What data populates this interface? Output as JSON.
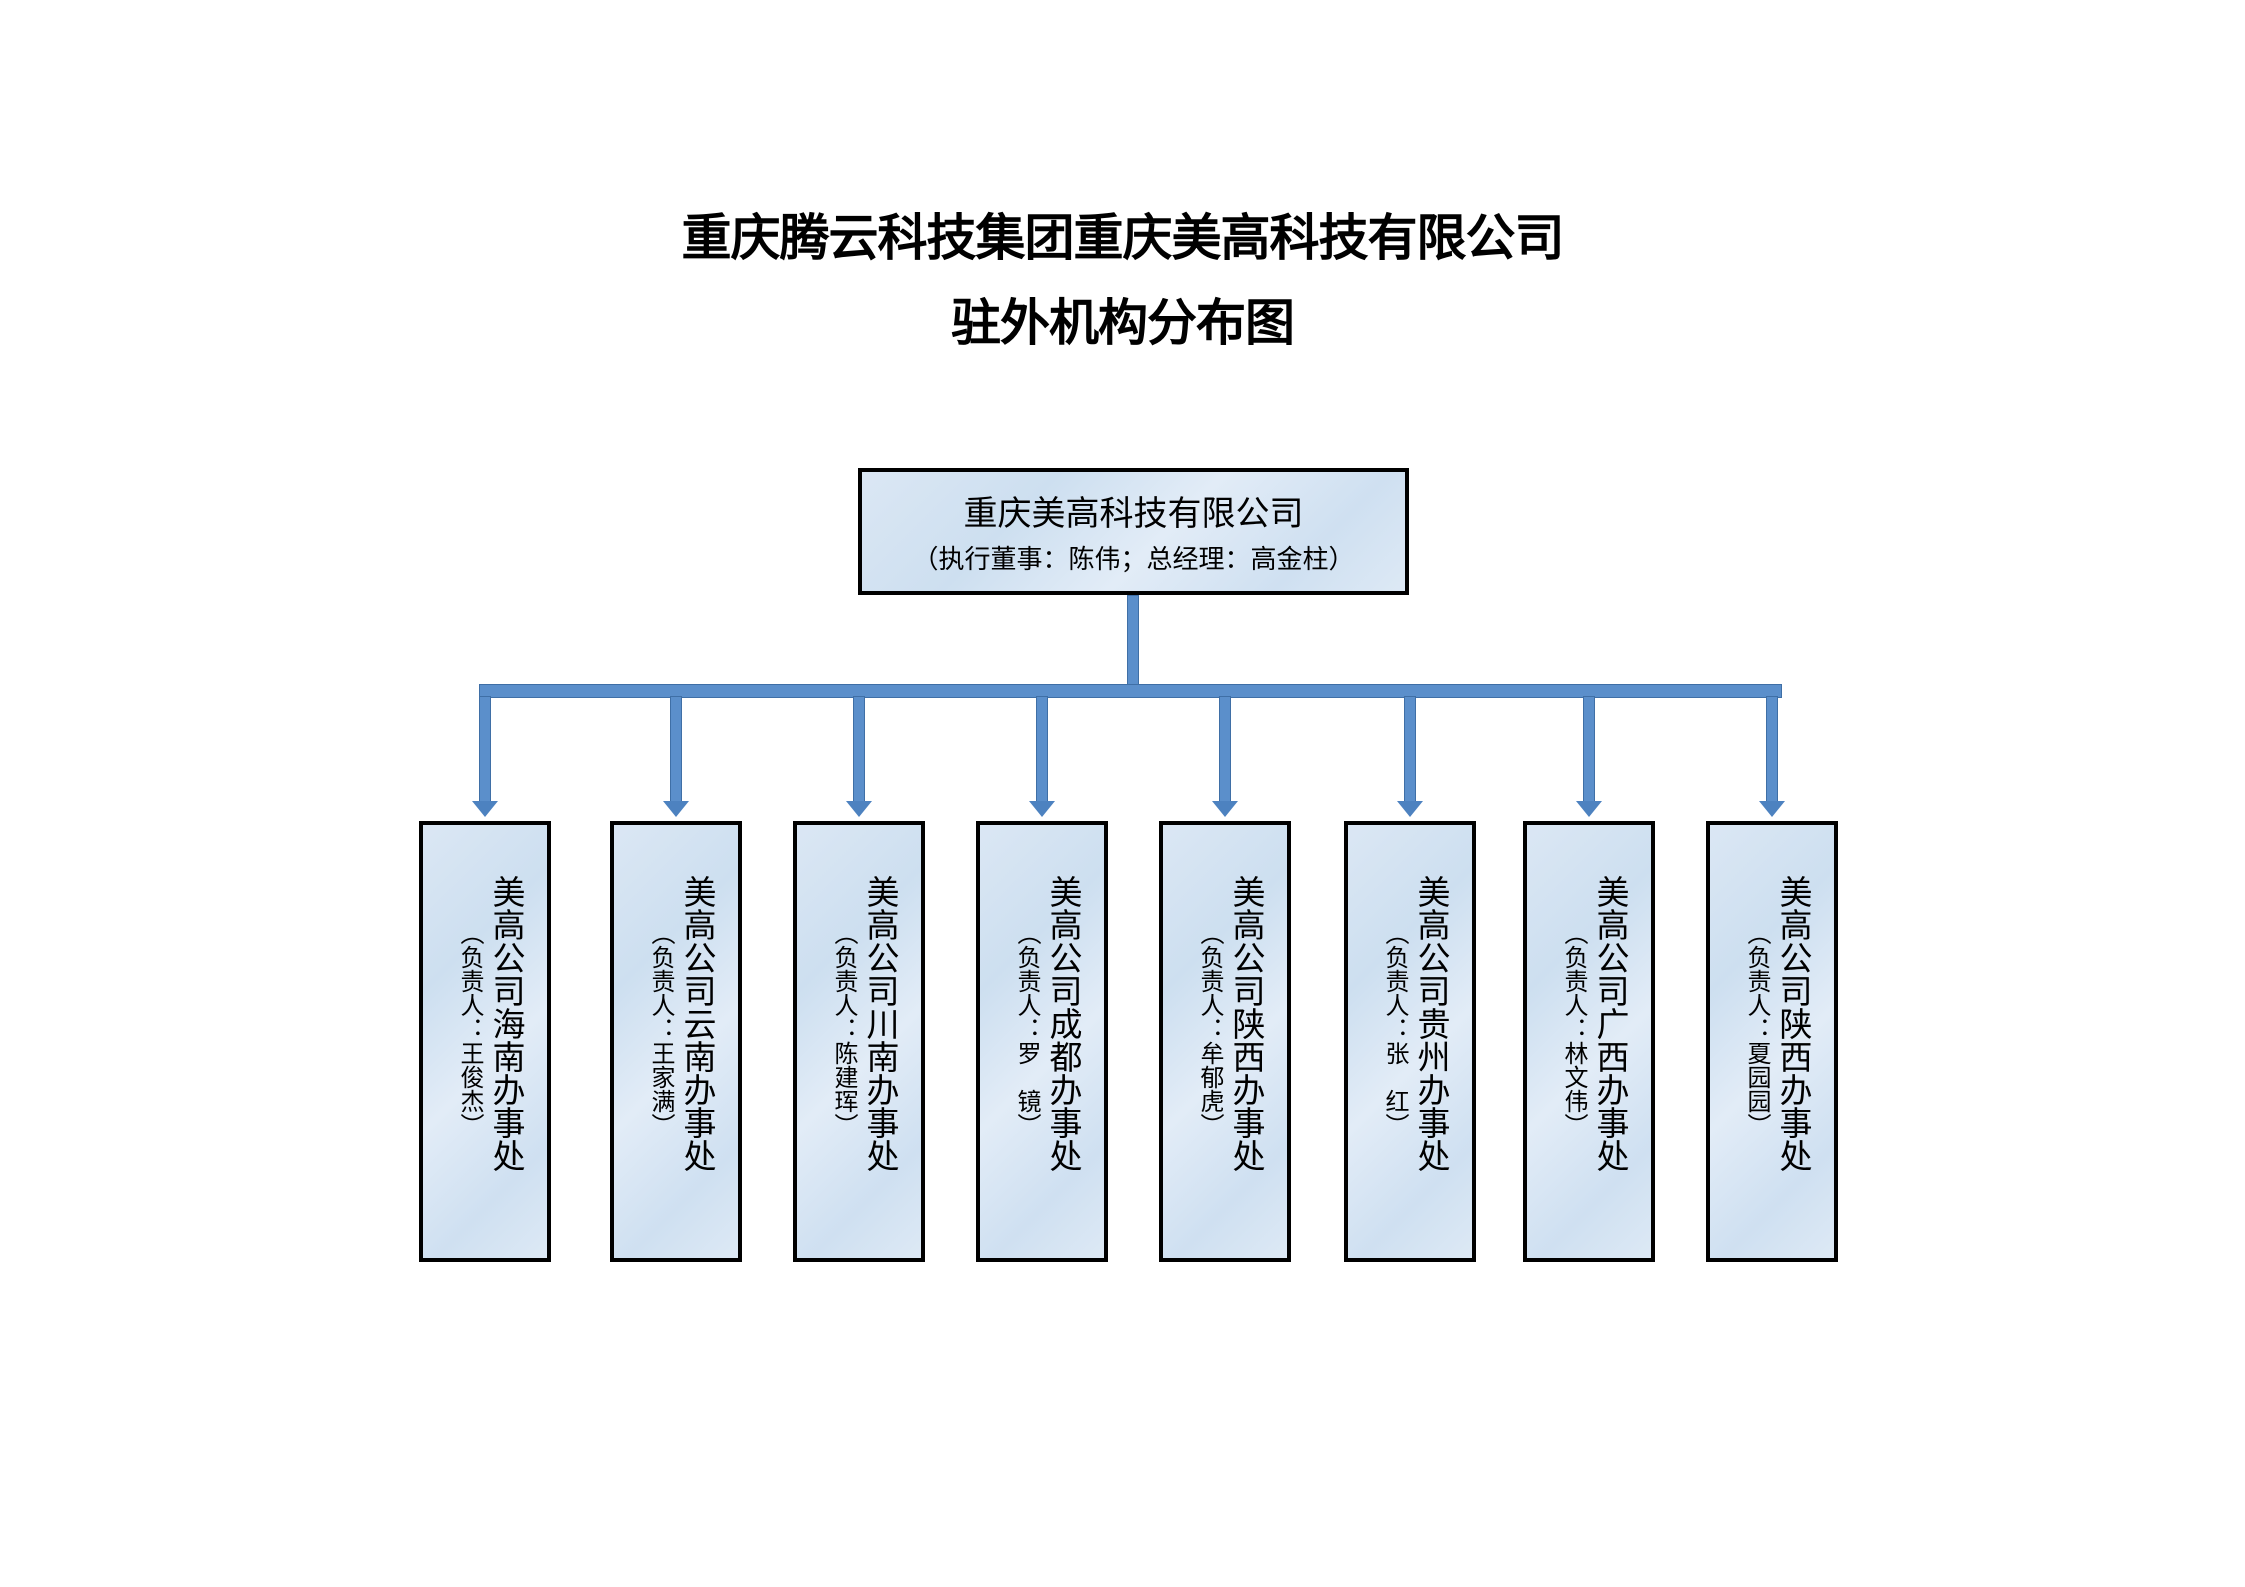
{
  "title": {
    "line1": "重庆腾云科技集团重庆美高科技有限公司",
    "line2": "驻外机构分布图"
  },
  "root": {
    "name": "重庆美高科技有限公司",
    "sub": "（执行董事：陈伟；总经理：高金柱）"
  },
  "offices": [
    {
      "name": "美高公司海南办事处",
      "person": "（负责人：王俊杰）"
    },
    {
      "name": "美高公司云南办事处",
      "person": "（负责人：王家满）"
    },
    {
      "name": "美高公司川南办事处",
      "person": "（负责人：陈建珲）"
    },
    {
      "name": "美高公司成都办事处",
      "person": "（负责人：罗　镜）"
    },
    {
      "name": "美高公司陕西办事处",
      "person": "（负责人：牟郁虎）"
    },
    {
      "name": "美高公司贵州办事处",
      "person": "（负责人：张　红）"
    },
    {
      "name": "美高公司广西办事处",
      "person": "（负责人：林文伟）"
    },
    {
      "name": "美高公司陕西办事处",
      "person": "（负责人：夏园园）"
    }
  ],
  "colors": {
    "connector": "#5b8fcb",
    "box_fill": "#d6e5f4"
  }
}
